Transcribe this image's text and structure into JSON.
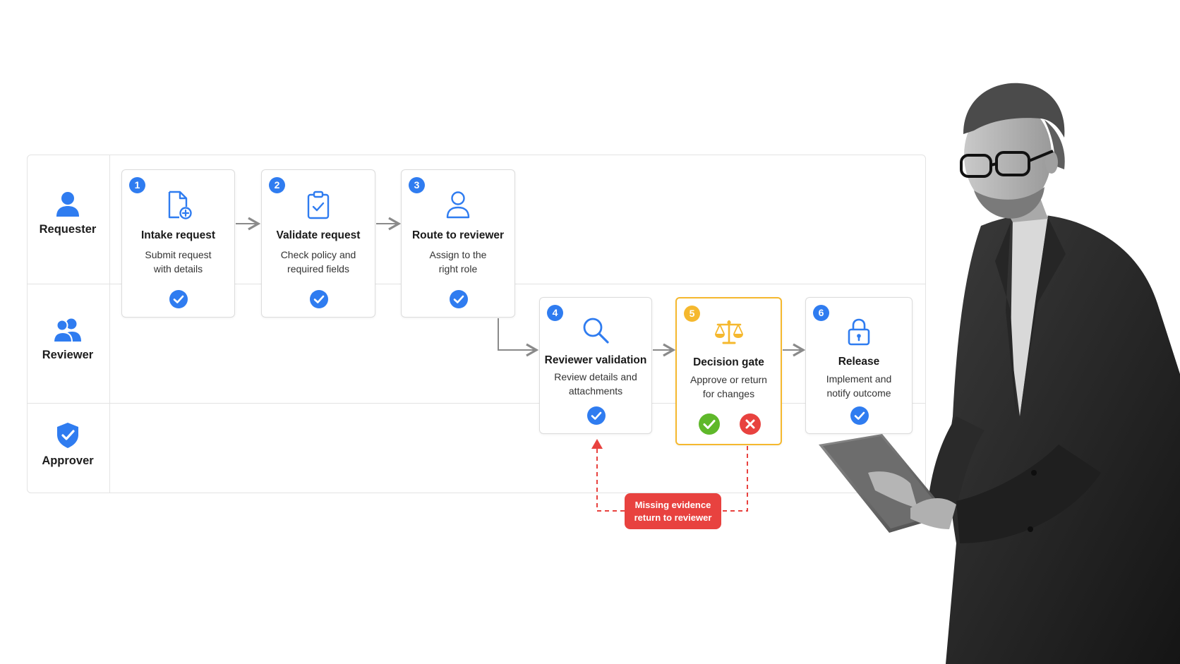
{
  "roles": [
    {
      "label": "Requester",
      "icon": "person-icon"
    },
    {
      "label": "Reviewer",
      "icon": "group-icon"
    },
    {
      "label": "Approver",
      "icon": "shield-check-icon"
    }
  ],
  "steps": [
    {
      "number": "1",
      "title": "Intake request",
      "desc_line1": "Submit request",
      "desc_line2": "with details",
      "icon": "document-add-icon",
      "status": "complete"
    },
    {
      "number": "2",
      "title": "Validate request",
      "desc_line1": "Check policy and",
      "desc_line2": "required fields",
      "icon": "clipboard-check-icon",
      "status": "complete"
    },
    {
      "number": "3",
      "title": "Route to reviewer",
      "desc_line1": "Assign to the",
      "desc_line2": "right role",
      "icon": "user-outline-icon",
      "status": "complete"
    },
    {
      "number": "4",
      "title": "Reviewer validation",
      "desc_line1": "Review details and",
      "desc_line2": "attachments",
      "icon": "magnifier-icon",
      "status": "complete"
    },
    {
      "number": "5",
      "title": "Decision gate",
      "desc_line1": "Approve or return",
      "desc_line2": "for changes",
      "icon": "scales-icon",
      "status": "approve-or-reject"
    },
    {
      "number": "6",
      "title": "Release",
      "desc_line1": "Implement and",
      "desc_line2": "notify outcome",
      "icon": "padlock-icon",
      "status": "complete"
    }
  ],
  "return_loop": {
    "line1": "Missing evidence",
    "line2": "return to reviewer"
  },
  "colors": {
    "accent_blue": "#2f7cf0",
    "decision_yellow": "#f5b82e",
    "approve_green": "#5fb82a",
    "reject_red": "#e8423f",
    "arrow_gray": "#8a8a8a"
  }
}
